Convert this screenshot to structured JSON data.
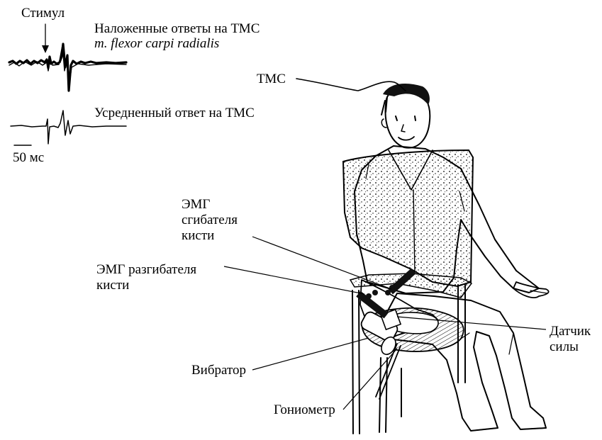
{
  "traces": {
    "stimulus_label": "Стимул",
    "superimposed_title": "Наложенные ответы на ТМС",
    "muscle_label": "m. flexor carpi radialis",
    "averaged_title": "Усредненный ответ на ТМС",
    "scale_label": "50 мс"
  },
  "labels": {
    "tms": "ТМС",
    "emg_flexor_line1": "ЭМГ",
    "emg_flexor_line2": "сгибателя",
    "emg_flexor_line3": "кисти",
    "emg_extensor_line1": "ЭМГ разгибателя",
    "emg_extensor_line2": "кисти",
    "force_sensor_line1": "Датчик",
    "force_sensor_line2": "силы",
    "vibrator": "Вибратор",
    "goniometer": "Гониометр"
  }
}
